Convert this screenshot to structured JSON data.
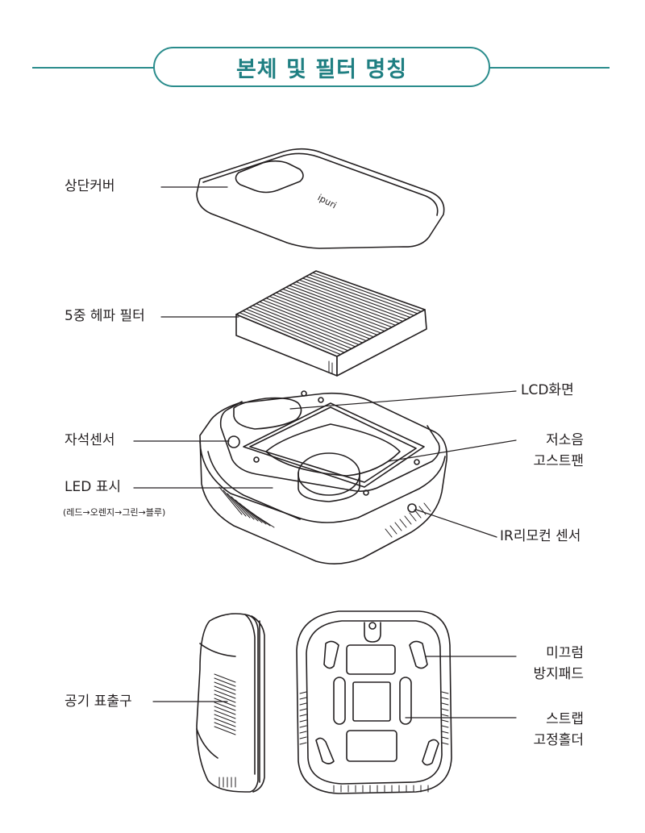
{
  "title": "본체 및 필터 명칭",
  "labels": {
    "top_cover": "상단커버",
    "hepa_filter": "5중 헤파 필터",
    "lcd": "LCD화면",
    "magnet_sensor": "자석센서",
    "fan_line1": "저소음",
    "fan_line2": "고스트팬",
    "led": "LED 표시",
    "led_sub": "(레드→오렌지→그린→블루)",
    "ir_sensor": "IR리모컨 센서",
    "pad_line1": "미끄럼",
    "pad_line2": "방지패드",
    "outlet": "공기 표출구",
    "strap_line1": "스트랩",
    "strap_line2": "고정홀더"
  },
  "brand": "ipuri",
  "colors": {
    "accent": "#2a8c8c",
    "line": "#231f20"
  }
}
